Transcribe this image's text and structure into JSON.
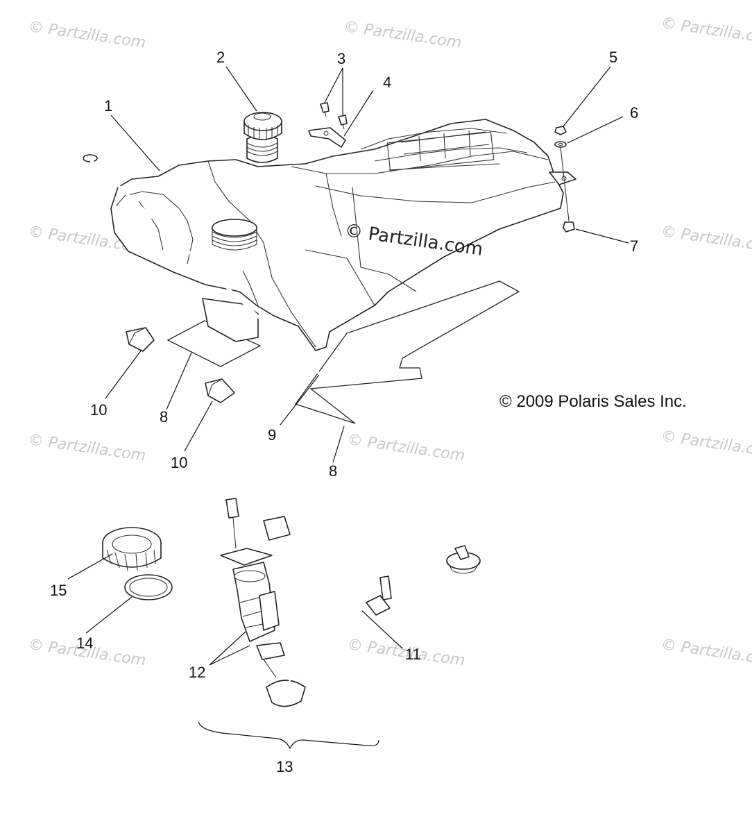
{
  "watermark_text": "© Partzilla.com",
  "center_watermark": "© Partzilla.com",
  "copyright": "© 2009 Polaris Sales Inc.",
  "callouts": {
    "c1": "1",
    "c2": "2",
    "c3": "3",
    "c4": "4",
    "c5": "5",
    "c6": "6",
    "c7": "7",
    "c8a": "8",
    "c8b": "8",
    "c9": "9",
    "c10a": "10",
    "c10b": "10",
    "c11": "11",
    "c12": "12",
    "c13": "13",
    "c14": "14",
    "c15": "15"
  }
}
